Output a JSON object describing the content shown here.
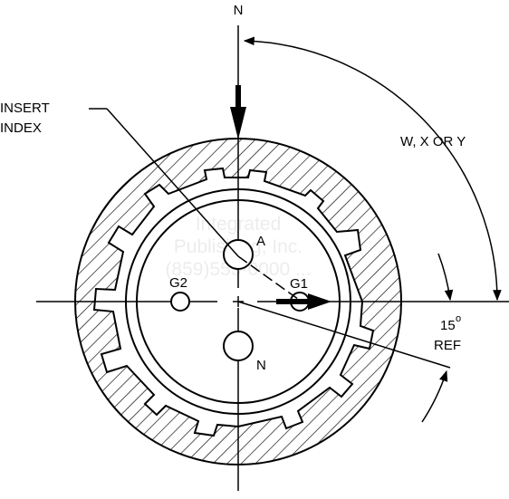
{
  "diagram": {
    "labels": {
      "top_n": "N",
      "insert_index_line1": "INSERT",
      "insert_index_line2": "INDEX",
      "polarization": "W, X OR Y",
      "contact_a": "A",
      "contact_n": "N",
      "contact_g1": "G1",
      "contact_g2": "G2",
      "angle_value": "15",
      "angle_unit": "o",
      "angle_ref": "REF"
    },
    "watermark": {
      "line1": "Integrated",
      "line2": "Publishing, Inc.",
      "line3": "(859)555-0000 ..."
    },
    "colors": {
      "ink": "#000000",
      "background": "#ffffff"
    }
  }
}
